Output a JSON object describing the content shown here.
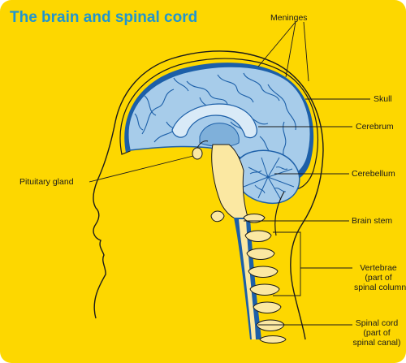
{
  "title": "The brain and spinal cord",
  "colors": {
    "background": "#fdd700",
    "brain": "#a7ccea",
    "brain_dark": "#7fb0da",
    "channel": "#1c5fa8",
    "gland": "#fbe8a2",
    "outline": "#1a1a1a",
    "title": "#1f95d0"
  },
  "labels": {
    "meninges": "Meninges",
    "skull": "Skull",
    "cerebrum": "Cerebrum",
    "cerebellum": "Cerebellum",
    "pituitary_gland": "Pituitary gland",
    "brain_stem": "Brain stem",
    "vertebrae": "Vertebrae",
    "vertebrae_sub1": "(part of",
    "vertebrae_sub2": "spinal column)",
    "spinal_cord": "Spinal cord",
    "spinal_cord_sub1": "(part of",
    "spinal_cord_sub2": "spinal canal)"
  }
}
